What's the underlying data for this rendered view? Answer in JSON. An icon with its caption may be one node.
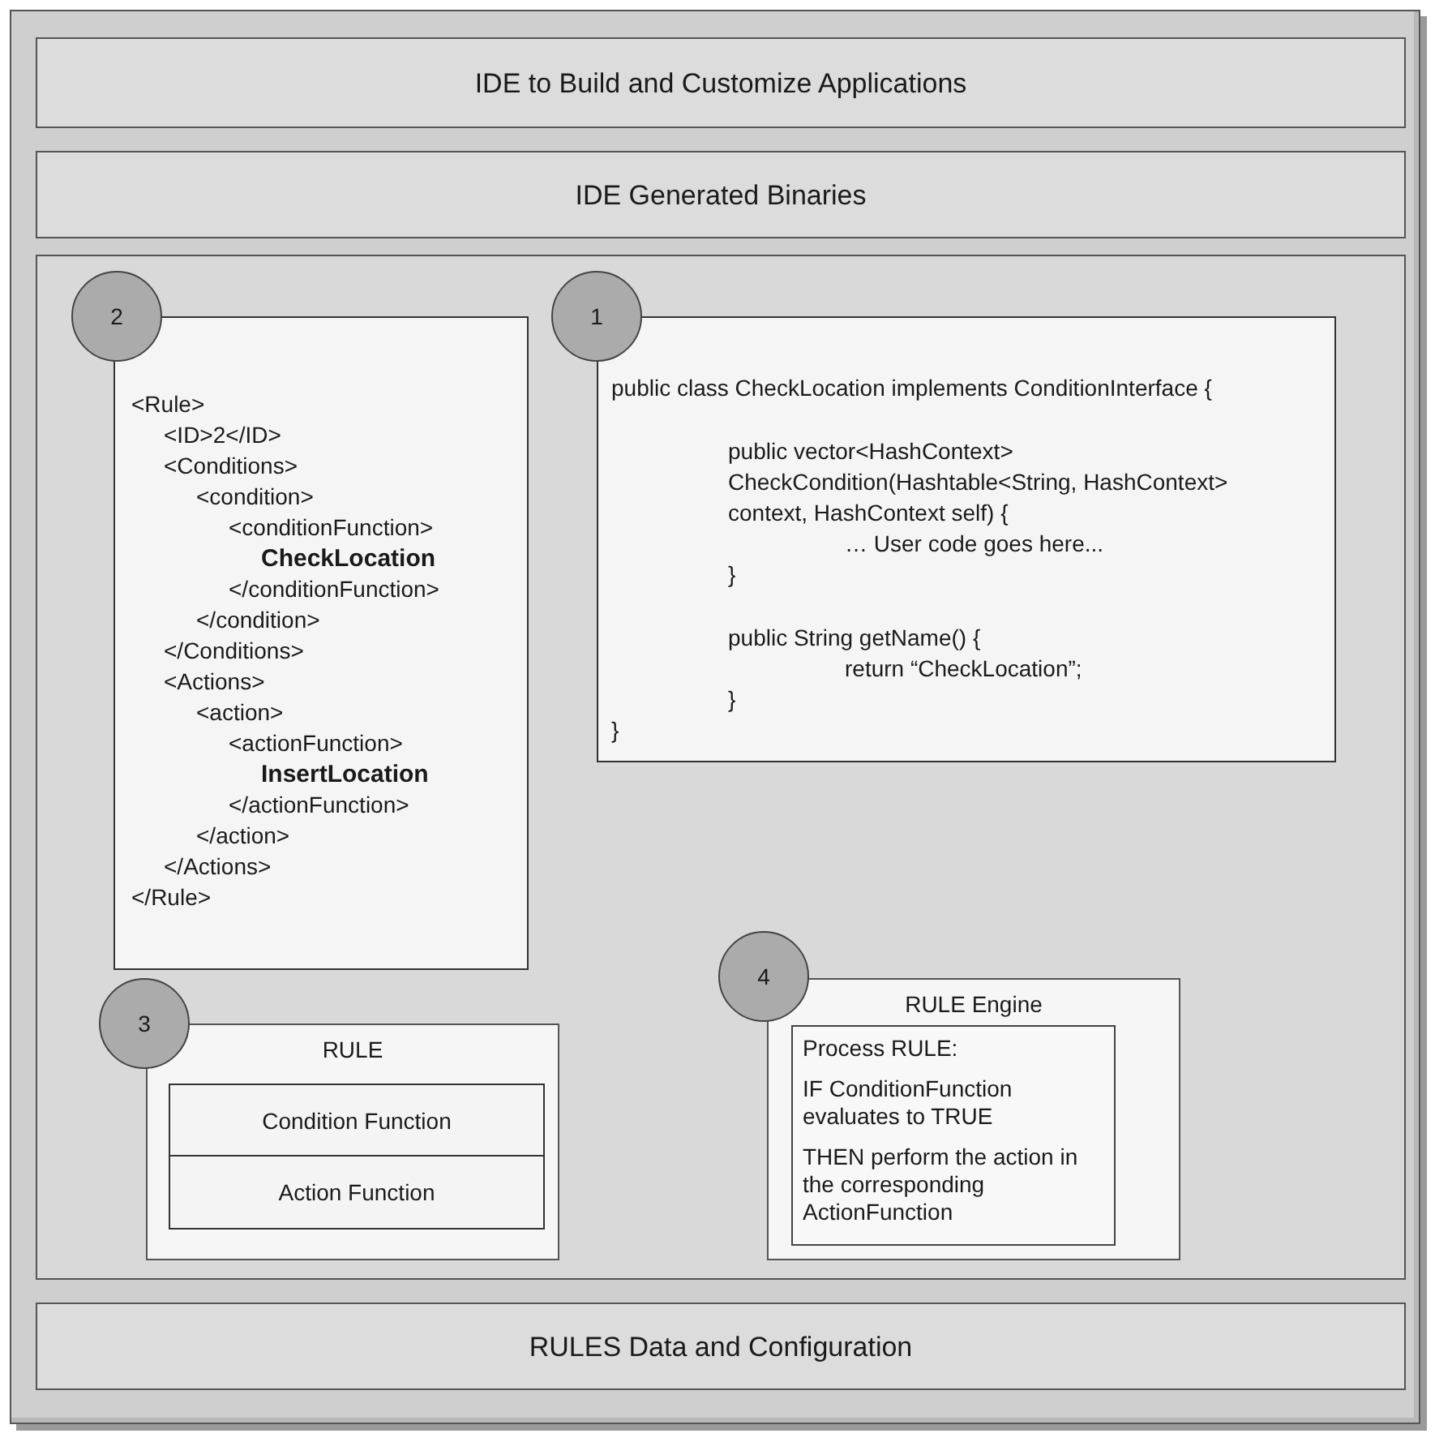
{
  "diagram": {
    "nodes": [
      {
        "text": [],
        "shape": "box"
      },
      {
        "text": [
          "IDE to Build and Customize Applications"
        ],
        "in": 0
      },
      {
        "text": [
          "IDE Generated Binaries"
        ],
        "in": 0
      },
      {
        "text": [],
        "shape": "box",
        "in": 0
      },
      {
        "text": [
          "2"
        ],
        "in": 3
      },
      {
        "text": [
          "<Rule>",
          "<ID>2</ID>",
          "<Conditions>",
          "<condition>",
          "<conditionFunction>",
          "CheckLocation",
          "</conditionFunction>",
          "</condition>",
          "</Conditions>",
          "<Actions>",
          "<action>",
          "<actionFunction>",
          "InsertLocation",
          "</actionFunction>",
          "</action>",
          "</Actions>",
          "</Rule>"
        ],
        "in": 3
      },
      {
        "text": [
          "1"
        ],
        "in": 3
      },
      {
        "text": [
          "public class CheckLocation implements ConditionInterface {",
          "public vector<HashContext> CheckCondition(Hashtable<String, HashContext> context, HashContext self) {",
          "… User code goes here...",
          "}",
          "public String getName() {",
          "return “CheckLocation”;",
          "}",
          "}"
        ],
        "in": 3
      },
      {
        "text": [
          "4"
        ],
        "in": 3
      },
      {
        "text": [
          "RULE Engine"
        ],
        "in": 3
      },
      {
        "text": [
          "Process RULE:",
          "IF ConditionFunction evaluates to TRUE",
          "THEN perform the action in the corresponding ActionFunction"
        ],
        "in": 9
      },
      {
        "text": [
          "3"
        ],
        "in": 3
      },
      {
        "text": [
          "RULE"
        ],
        "in": 3
      },
      {
        "text": [
          "Condition Function"
        ],
        "in": 12
      },
      {
        "text": [
          "Action Function"
        ],
        "in": 12
      },
      {
        "text": [
          "RULES Data and Configuration"
        ],
        "in": 0
      }
    ],
    "edges": []
  }
}
